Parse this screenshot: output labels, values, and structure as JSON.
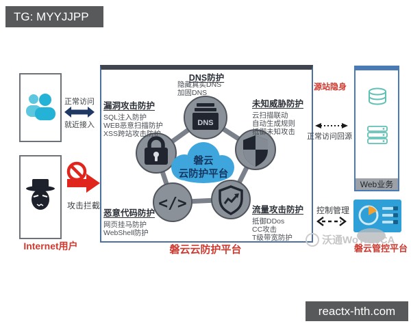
{
  "labels": {
    "tg": "TG: MYYJJPP",
    "site": "reactx-hth.com"
  },
  "left": {
    "normal_top": "正常访问",
    "normal_bottom": "就近接入",
    "attack": "攻击拦截",
    "internet_user": "Internet用户"
  },
  "center": {
    "bottom_title": "磐云云防护平台",
    "cloud_line1": "磐云",
    "cloud_line2": "云防护平台",
    "dns_badge": "DNS",
    "code_glyph": "</>",
    "dns": {
      "title": "DNS防护",
      "items": [
        "隐藏真实DNS",
        "加固DNS"
      ]
    },
    "vuln": {
      "title": "漏洞攻击防护",
      "items": [
        "SQL注入防护",
        "WEB恶意扫描防护",
        "XSS跨站攻击防护"
      ]
    },
    "unknown": {
      "title": "未知威胁防护",
      "items": [
        "云扫描联动",
        "自动生成规则",
        "抵御未知攻击"
      ]
    },
    "malware": {
      "title": "恶意代码防护",
      "items": [
        "网页挂马防护",
        "WebShell防护"
      ]
    },
    "traffic": {
      "title": "流量攻击防护",
      "items": [
        "抵御DDos",
        "CC攻击",
        "T级带宽防护"
      ]
    }
  },
  "right": {
    "stealth": "源站隐身",
    "return_flow": "正常访问回源",
    "web": "Web业务",
    "control": "控制管理",
    "console": "磐云管控平台",
    "watermark": "沃通WoTrusCA"
  },
  "colors": {
    "red": "#e0251c",
    "navy": "#1f3864",
    "cloud_blue": "#3ea6dd",
    "circle_gray": "#8b9199",
    "icon_dark": "#20252f",
    "teal": "#5fc0b6",
    "dashboard_blue": "#2f9fd8",
    "accent_orange": "#f0a132",
    "label_bg": "#58595b"
  }
}
